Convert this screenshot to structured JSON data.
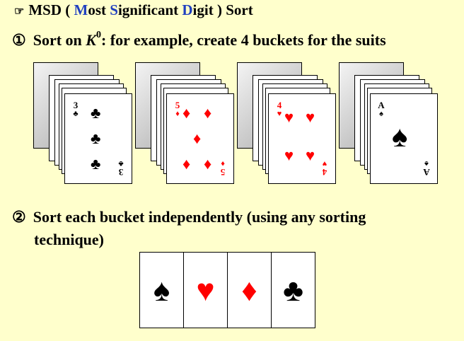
{
  "title": {
    "bullet_icon": "pointing-hand-icon",
    "prefix": "MSD ( ",
    "m_letter": "M",
    "ost": "ost ",
    "s_letter": "S",
    "ignificant": "ignificant ",
    "d_letter": "D",
    "igit": "igit",
    "suffix": " ) Sort",
    "accent_color": "#1f3fbf"
  },
  "step1": {
    "number": "①",
    "text_before": "Sort on ",
    "k": "K",
    "superscript": "0",
    "text_after": ":  for example, create 4 buckets for the suits"
  },
  "step2": {
    "number": "②",
    "line1": "Sort each bucket independently (using any sorting",
    "line2": "technique)"
  },
  "decks": [
    {
      "rank": "3",
      "suit": "♣",
      "color": "#000000"
    },
    {
      "rank": "5",
      "suit": "♦",
      "color": "#ff0000"
    },
    {
      "rank": "4",
      "suit": "♥",
      "color": "#ff0000"
    },
    {
      "rank": "A",
      "suit": "♠",
      "color": "#000000"
    }
  ],
  "buckets": [
    {
      "suit": "♠",
      "color": "#000000"
    },
    {
      "suit": "♥",
      "color": "#ff0000"
    },
    {
      "suit": "♦",
      "color": "#ff0000"
    },
    {
      "suit": "♣",
      "color": "#000000"
    }
  ]
}
